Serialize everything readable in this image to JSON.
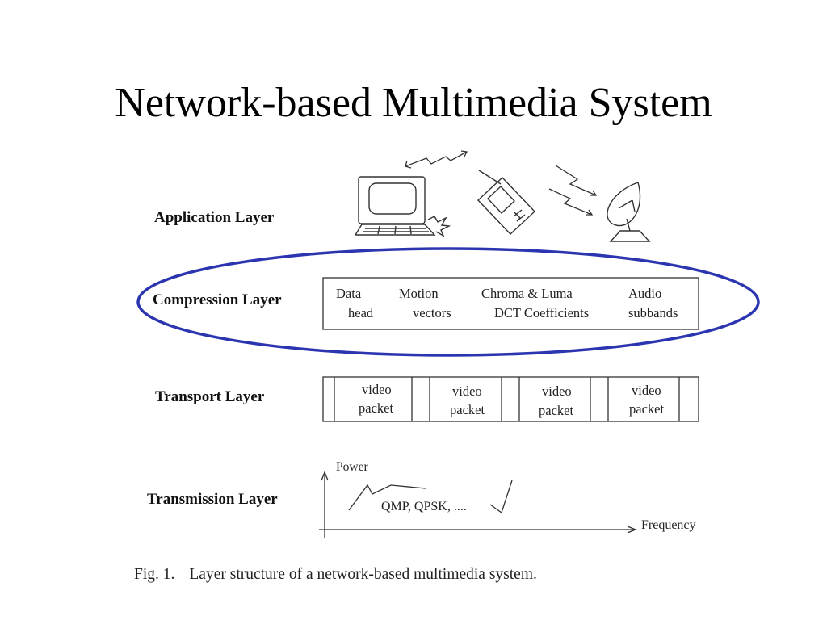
{
  "title": "Network-based Multimedia System",
  "layers": {
    "application": "Application Layer",
    "compression": "Compression Layer",
    "transport": "Transport Layer",
    "transmission": "Transmission Layer"
  },
  "compression_cells": [
    {
      "line1": "Data",
      "line2": "head"
    },
    {
      "line1": "Motion",
      "line2": "vectors"
    },
    {
      "line1": "Chroma & Luma",
      "line2": "DCT Coefficients"
    },
    {
      "line1": "Audio",
      "line2": "subbands"
    }
  ],
  "transport_packets": [
    {
      "line1": "video",
      "line2": "packet"
    },
    {
      "line1": "video",
      "line2": "packet"
    },
    {
      "line1": "video",
      "line2": "packet"
    },
    {
      "line1": "video",
      "line2": "packet"
    }
  ],
  "transmission": {
    "y_axis": "Power",
    "x_axis": "Frequency",
    "modulation": "QMP, QPSK, ...."
  },
  "caption": {
    "number": "Fig. 1.",
    "text": "Layer structure of a network-based multimedia system."
  },
  "colors": {
    "highlight_ellipse": "#2b35b0",
    "line": "#333333"
  },
  "icons": [
    "computer-icon",
    "handheld-device-icon",
    "satellite-dish-icon",
    "wireless-signal-icon"
  ]
}
